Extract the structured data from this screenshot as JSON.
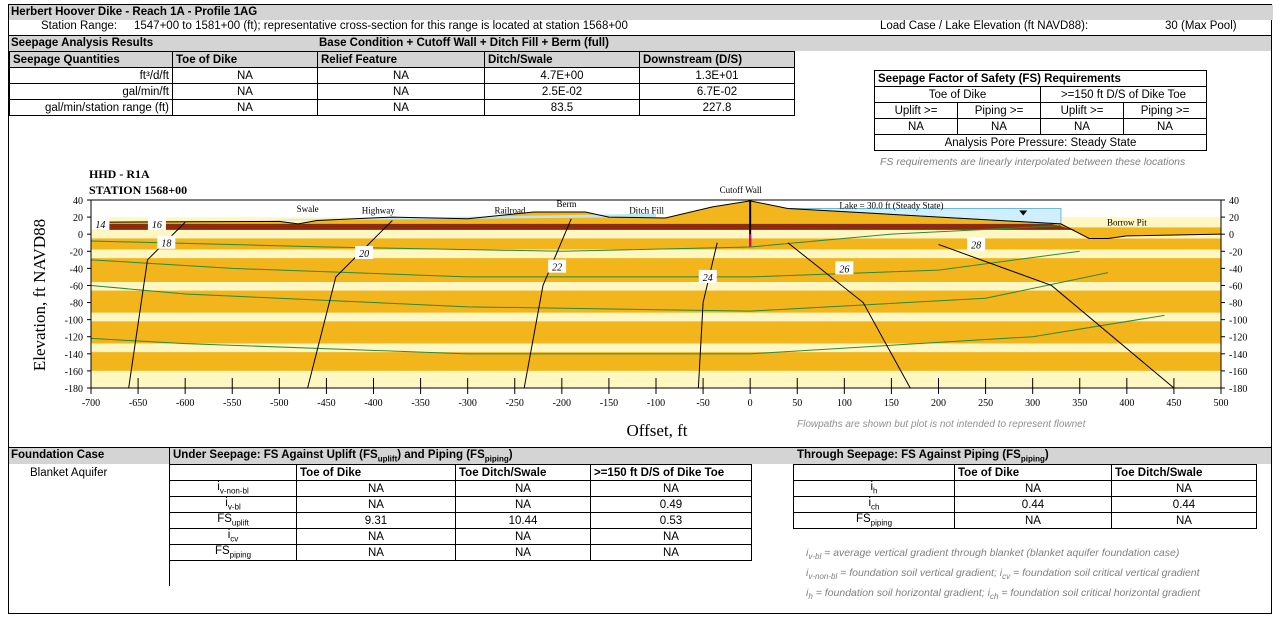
{
  "title": "Herbert Hoover Dike - Reach 1A - Profile 1AG",
  "station_range_label": "Station Range:",
  "station_range_text": "1547+00 to 1581+00 (ft); representative cross-section for this range is located at station 1568+00",
  "load_case_label": "Load Case / Lake Elevation (ft NAVD88):",
  "load_case_value": "30 (Max Pool)",
  "seepage_results_label": "Seepage Analysis Results",
  "base_condition": "Base Condition + Cutoff Wall + Ditch Fill + Berm (full)",
  "quantities": {
    "headers": [
      "Seepage Quantities",
      "Toe of Dike",
      "Relief Feature",
      "Ditch/Swale",
      "Downstream (D/S)"
    ],
    "rows": [
      {
        "label": "ft³/d/ft",
        "toe": "NA",
        "relief": "NA",
        "ditch": "4.7E+00",
        "downstream": "1.3E+01"
      },
      {
        "label": "gal/min/ft",
        "toe": "NA",
        "relief": "NA",
        "ditch": "2.5E-02",
        "downstream": "6.7E-02"
      },
      {
        "label": "gal/min/station range (ft)",
        "toe": "NA",
        "relief": "NA",
        "ditch": "83.5",
        "downstream": "227.8"
      }
    ]
  },
  "fs_requirements": {
    "title": "Seepage Factor of Safety (FS) Requirements",
    "col1": "Toe of Dike",
    "col2": ">=150 ft D/S of Dike Toe",
    "sub": [
      "Uplift >=",
      "Piping >=",
      "Uplift >=",
      "Piping >="
    ],
    "values": [
      "NA",
      "NA",
      "NA",
      "NA"
    ],
    "pore_label": "Analysis Pore Pressure:",
    "pore_value": "Steady State",
    "note": "FS requirements are linearly interpolated between these locations"
  },
  "chart_data": {
    "type": "cross-section",
    "title": "HHD - R1A",
    "subtitle": "STATION 1568+00",
    "xlabel": "Offset, ft",
    "ylabel": "Elevation, ft NAVD88",
    "xlim": [
      -700,
      500
    ],
    "ylim": [
      -180,
      40
    ],
    "x_ticks": [
      -700,
      -650,
      -600,
      -550,
      -500,
      -450,
      -400,
      -350,
      -300,
      -250,
      -200,
      -150,
      -100,
      -50,
      0,
      50,
      100,
      150,
      200,
      250,
      300,
      350,
      400,
      450,
      500
    ],
    "y_ticks": [
      40,
      20,
      0,
      -20,
      -40,
      -60,
      -80,
      -100,
      -120,
      -140,
      -160,
      -180
    ],
    "annotations": [
      "Swale",
      "Highway",
      "Railroad",
      "Berm",
      "Ditch Fill",
      "Cutoff Wall",
      "Lake = 30.0 ft (Steady State)",
      "Borrow Pit"
    ],
    "contour_labels": [
      "14",
      "16",
      "18",
      "20",
      "22",
      "24",
      "26",
      "28"
    ],
    "footnote": "Flowpaths are shown but plot is not intended to represent flownet"
  },
  "foundation": {
    "label": "Foundation Case",
    "value": "Blanket Aquifer",
    "under_title": "Under Seepage: FS Against Uplift (FS",
    "under_sub1": "uplift",
    "under_mid": ") and Piping (FS",
    "under_sub2": "piping",
    "under_end": ")",
    "under_cols": [
      "Toe of Dike",
      "Toe Ditch/Swale",
      ">=150 ft D/S of Dike Toe"
    ],
    "under_rows": [
      {
        "sym": "i",
        "sub": "v-non-bl",
        "v": [
          "NA",
          "NA",
          "NA"
        ]
      },
      {
        "sym": "i",
        "sub": "v-bl",
        "v": [
          "NA",
          "NA",
          "0.49"
        ]
      },
      {
        "sym": "FS",
        "sub": "uplift",
        "v": [
          "9.31",
          "10.44",
          "0.53"
        ]
      },
      {
        "sym": "i",
        "sub": "cv",
        "v": [
          "NA",
          "NA",
          "NA"
        ]
      },
      {
        "sym": "FS",
        "sub": "piping",
        "v": [
          "NA",
          "NA",
          "NA"
        ]
      }
    ],
    "through_title": "Through Seepage: FS Against Piping (FS",
    "through_sub": "piping",
    "through_end": ")",
    "through_cols": [
      "Toe of Dike",
      "Toe Ditch/Swale"
    ],
    "through_rows": [
      {
        "sym": "i",
        "sub": "h",
        "v": [
          "NA",
          "NA"
        ]
      },
      {
        "sym": "i",
        "sub": "ch",
        "v": [
          "0.44",
          "0.44"
        ]
      },
      {
        "sym": "FS",
        "sub": "piping",
        "v": [
          "NA",
          "NA"
        ]
      }
    ],
    "notes": [
      "= average vertical gradient through blanket (blanket aquifer foundation case)",
      "= foundation soil vertical gradient; i",
      "= foundation soil critical vertical gradient",
      "= foundation soil horizontal gradient; i",
      "= foundation soil critical horizontal gradient"
    ]
  },
  "colors": {
    "gold": "#f2b51c",
    "cream": "#fff7c2",
    "brown": "#8b2d0c",
    "header_gray": "#d4d4d4"
  }
}
